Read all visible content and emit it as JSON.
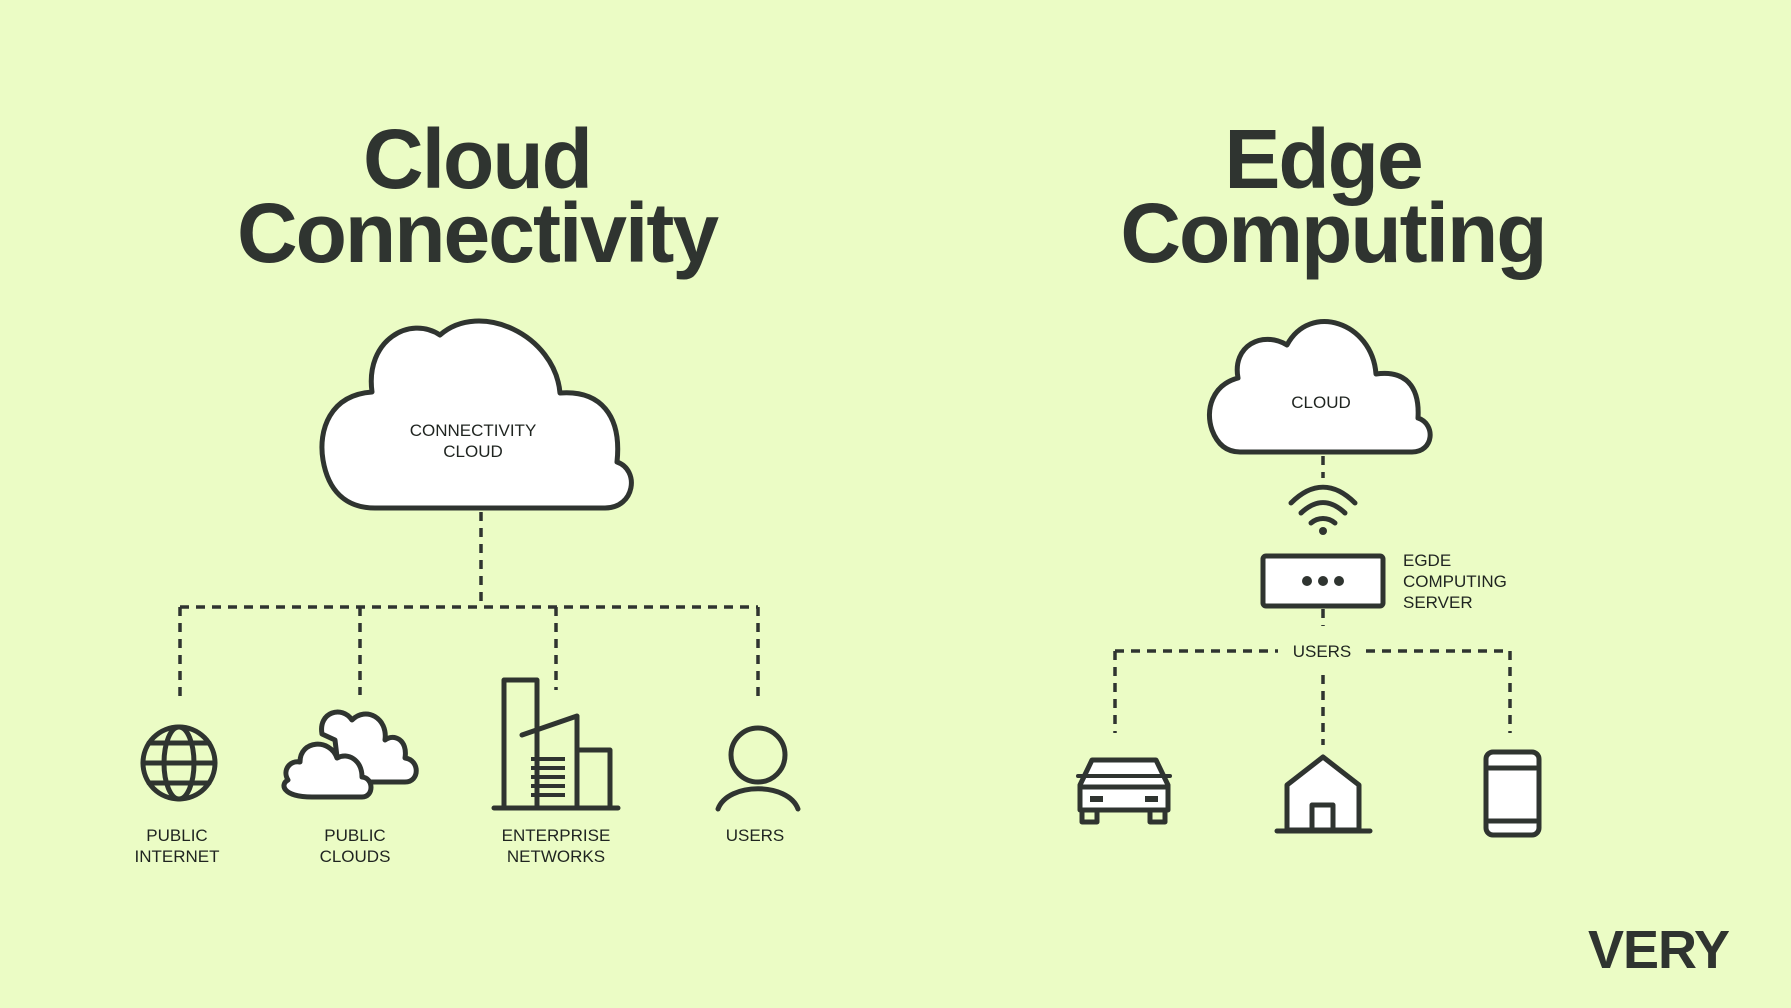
{
  "colors": {
    "background": "#ebfcc5",
    "ink": "#2f3430",
    "fill": "#ffffff"
  },
  "left": {
    "title_line1": "Cloud",
    "title_line2": "Connectivity",
    "cloud_line1": "CONNECTIVITY",
    "cloud_line2": "CLOUD",
    "nodes": [
      {
        "icon": "globe-icon",
        "line1": "PUBLIC",
        "line2": "INTERNET"
      },
      {
        "icon": "clouds-icon",
        "line1": "PUBLIC",
        "line2": "CLOUDS"
      },
      {
        "icon": "building-icon",
        "line1": "ENTERPRISE",
        "line2": "NETWORKS"
      },
      {
        "icon": "user-icon",
        "line1": "USERS",
        "line2": ""
      }
    ]
  },
  "right": {
    "title_line1": "Edge",
    "title_line2": "Computing",
    "cloud_label": "CLOUD",
    "server_line1": "EGDE",
    "server_line2": "COMPUTING",
    "server_line3": "SERVER",
    "users_label": "USERS",
    "devices": [
      "car-icon",
      "house-icon",
      "phone-icon"
    ]
  },
  "logo": {
    "text": "VERY"
  }
}
